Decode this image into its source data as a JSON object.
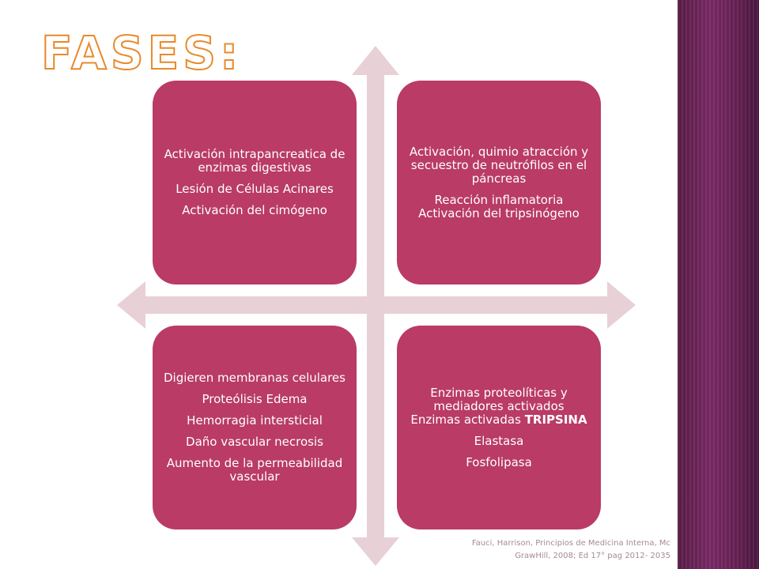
{
  "title": "FASES:",
  "colors": {
    "quadrant_fill": "#b93b66",
    "arrow_fill": "#e7d0d6",
    "title_outline": "#e88a2c",
    "side_band": "#6a2257"
  },
  "quadrants": {
    "top_left": {
      "lines": [
        "Activación intrapancreatica de enzimas digestivas",
        "Lesión de Células Acinares",
        "Activación del cimógeno"
      ]
    },
    "top_right": {
      "lines": [
        "Activación, quimio atracción y secuestro de neutrófilos en el páncreas",
        "Reacción inflamatoria Activación del tripsinógeno"
      ]
    },
    "bottom_left": {
      "lines": [
        "Digieren membranas celulares",
        "Proteólisis Edema",
        "Hemorragia intersticial",
        "Daño vascular necrosis",
        "Aumento de la permeabilidad vascular"
      ]
    },
    "bottom_right": {
      "line1": "Enzimas proteolíticas y mediadores activados Enzimas activadas",
      "line1_bold": "TRIPSINA",
      "line2": "Elastasa",
      "line3": "Fosfolipasa"
    }
  },
  "citation": "Fauci, Harrison, Principios de Medicina Interna, Mc GrawHill, 2008; Ed 17° pag 2012- 2035"
}
